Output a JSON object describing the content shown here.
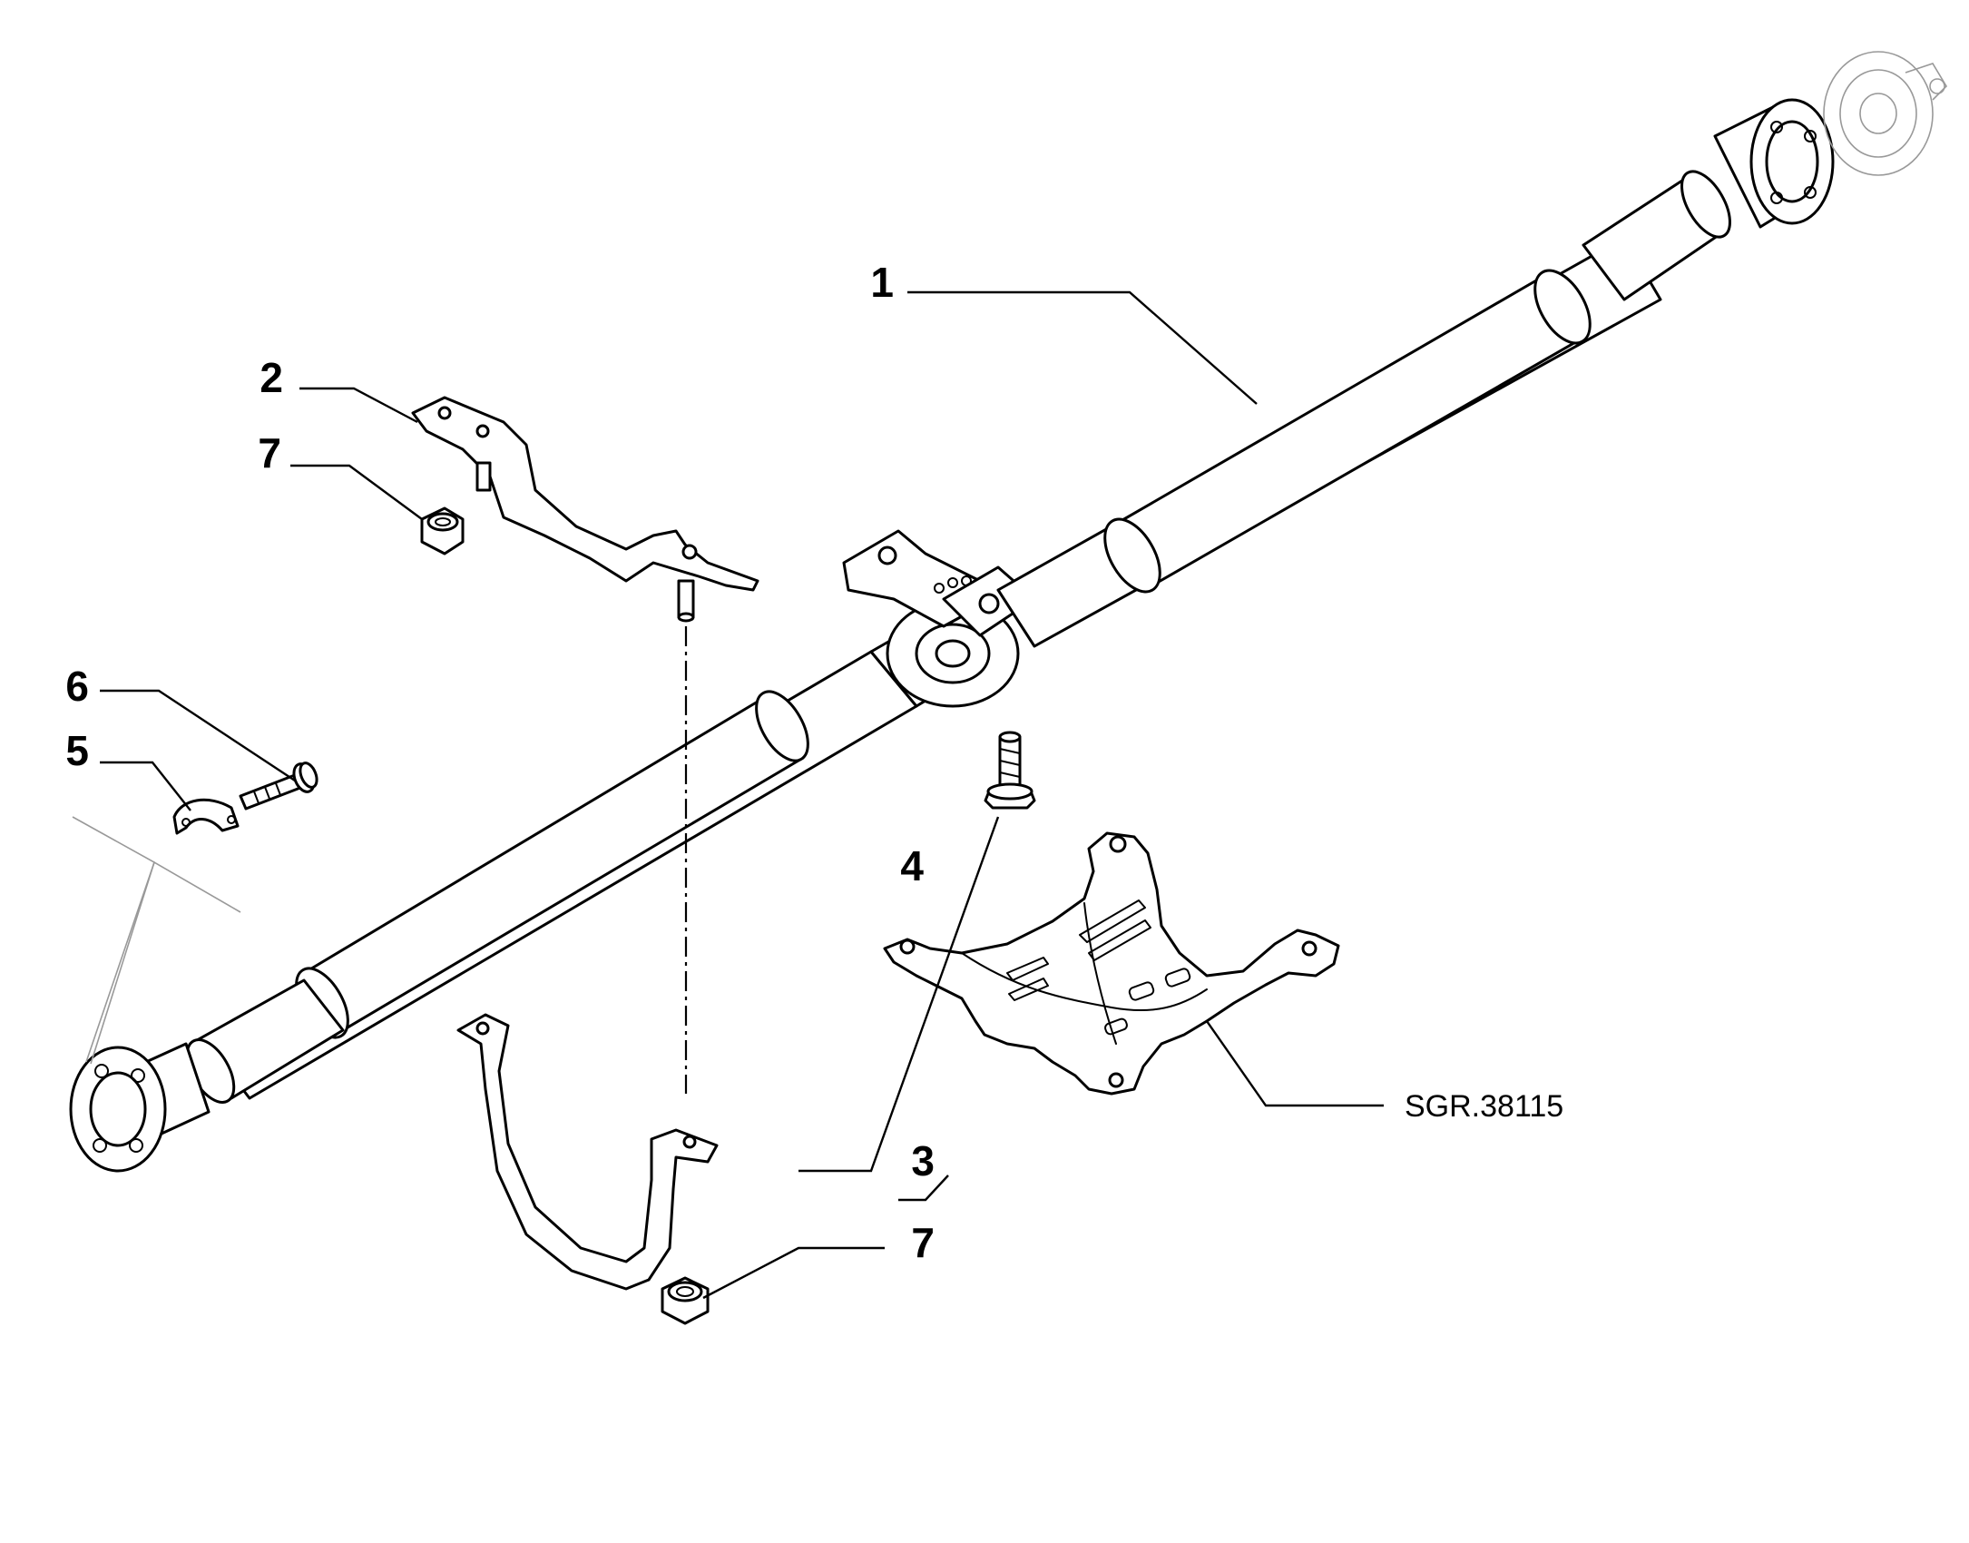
{
  "diagram": {
    "callouts": {
      "c1": "1",
      "c2": "2",
      "c3": "3",
      "c4": "4",
      "c5": "5",
      "c6": "6",
      "c7a": "7",
      "c7b": "7"
    },
    "reference_code": "SGR.38115"
  }
}
